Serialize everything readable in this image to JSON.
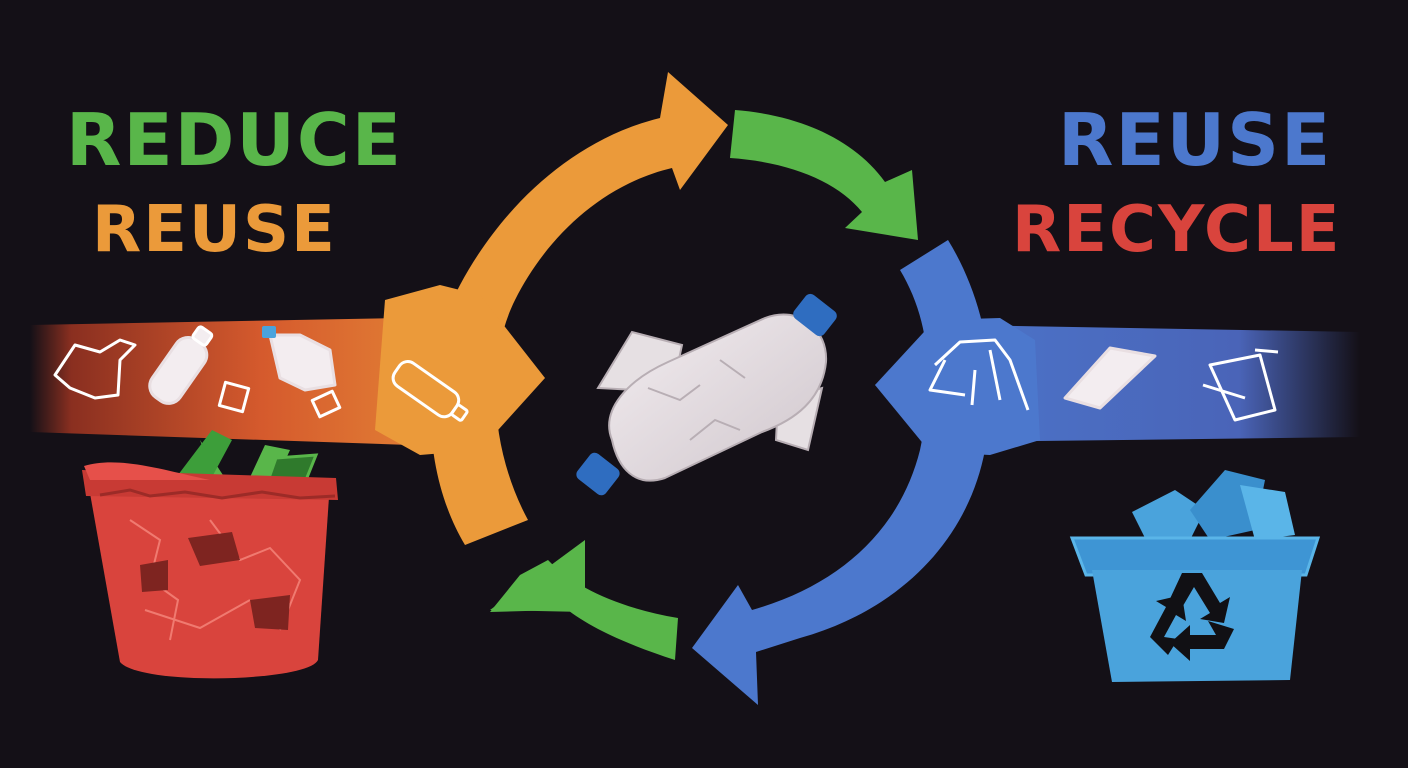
{
  "labels": {
    "left_top": "REDUCE",
    "left_bottom": "REUSE",
    "right_top": "REUSE",
    "right_bottom": "RECYCLE"
  },
  "colors": {
    "background": "#141017",
    "green": "#59b64a",
    "orange": "#eb9a3a",
    "blue": "#4c78cd",
    "red": "#d9443d",
    "light_blue": "#4aa3dc"
  },
  "icons": [
    "crumpled-wrapper-icon",
    "plastic-bottle-icon",
    "milk-jug-icon",
    "plastic-bottle-icon",
    "crushed-bottle-icon",
    "plastic-bag-icon",
    "paper-sheet-icon",
    "plastic-cup-icon",
    "red-trash-bin-icon",
    "blue-recycling-bin-icon",
    "recycle-symbol-icon"
  ]
}
